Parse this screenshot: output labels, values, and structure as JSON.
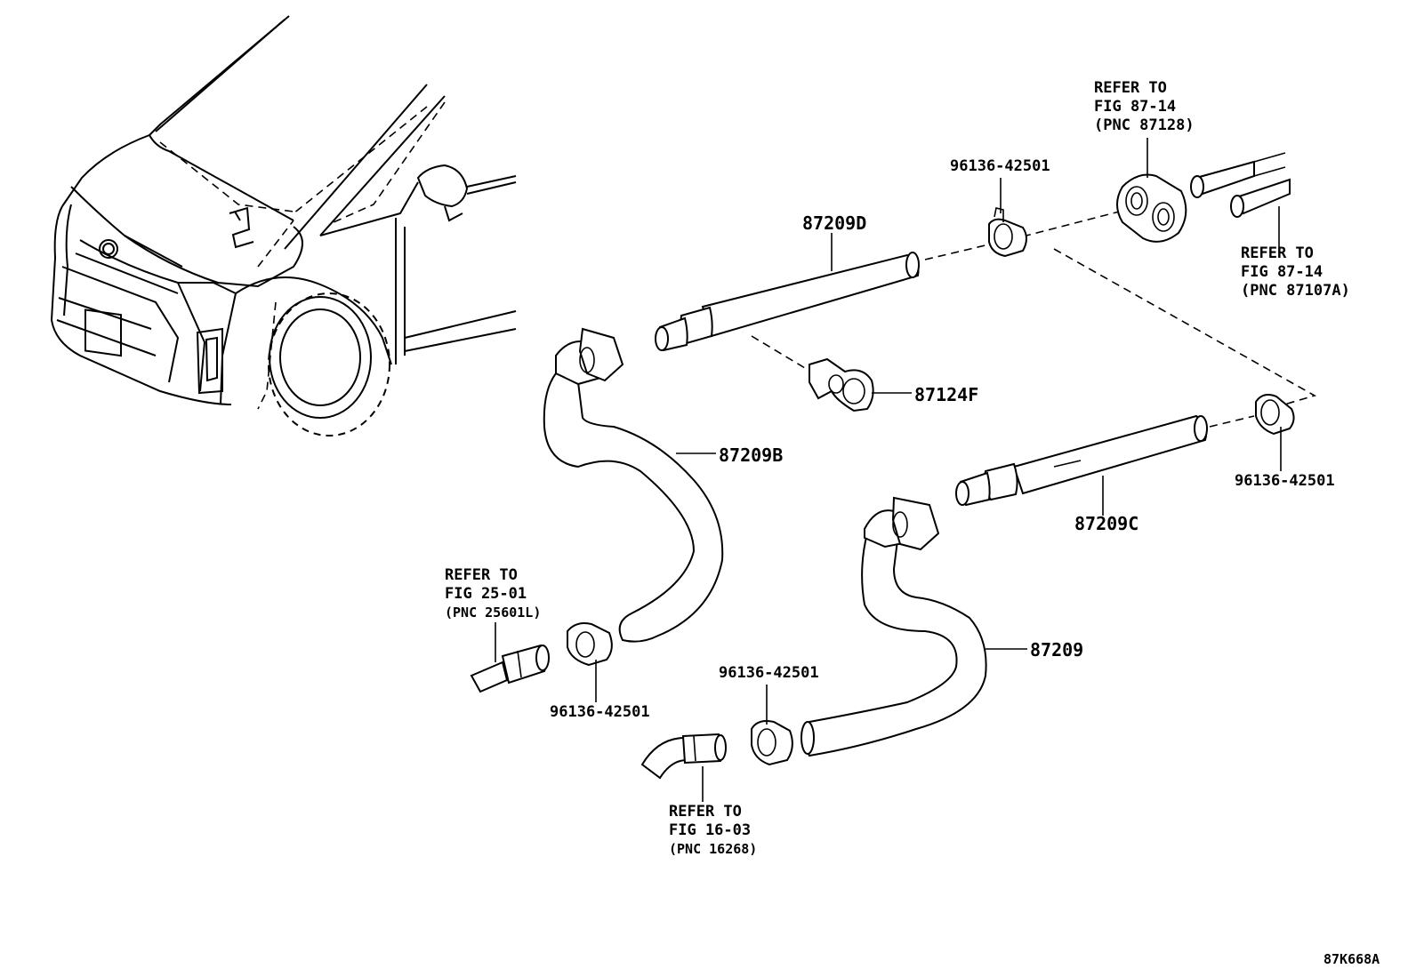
{
  "part_labels": {
    "p87209D": "87209D",
    "p87124F": "87124F",
    "p87209B": "87209B",
    "p87209C": "87209C",
    "p87209": "87209",
    "clamp_top": "96136-42501",
    "clamp_right": "96136-42501",
    "clamp_left": "96136-42501",
    "clamp_bottom": "96136-42501"
  },
  "references": {
    "ref_87128": {
      "line1": "REFER TO",
      "line2": "FIG 87-14",
      "line3": "(PNC 87128)"
    },
    "ref_87107A": {
      "line1": "REFER TO",
      "line2": "FIG 87-14",
      "line3": "(PNC 87107A)"
    },
    "ref_25601L": {
      "line1": "REFER TO",
      "line2": "FIG 25-01",
      "line3": "(PNC 25601L)"
    },
    "ref_16268": {
      "line1": "REFER TO",
      "line2": "FIG 16-03",
      "line3": "(PNC 16268)"
    }
  },
  "figure_code": "87K668A"
}
